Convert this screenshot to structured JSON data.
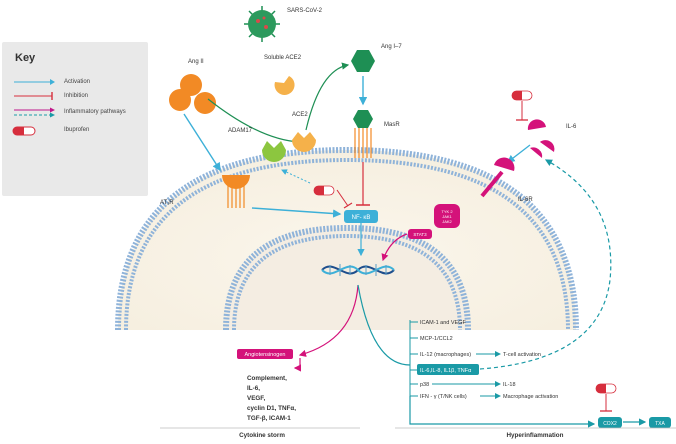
{
  "key": {
    "title": "Key",
    "items": [
      {
        "symbol": "activation-arrow",
        "label": "Activation",
        "color": "#3db0d8"
      },
      {
        "symbol": "inhibition-bar",
        "label": "Inhibition",
        "color": "#d62e3d"
      },
      {
        "symbol": "dual-arrow",
        "label": "Inflammatory pathways",
        "color": "#c0178a"
      },
      {
        "symbol": "capsule",
        "label": "Ibuprofen",
        "color": "#d62e3d"
      }
    ]
  },
  "labels": {
    "sars": "SARS-CoV-2",
    "ang2": "Ang II",
    "soluble_ace2": "Soluble ACE2",
    "ang17": "Ang I–7",
    "ace2": "ACE2",
    "adam17": "ADAM17",
    "masr": "MasR",
    "at1r": "AT₁R",
    "nfkb": "NF- κB",
    "il6": "IL-6",
    "il6r": "IL-6R",
    "stat3": "STAT3",
    "tyk": "TYK 2\nJAK1\nJAK2",
    "angiotensinogen": "Angiotensinogen"
  },
  "storm_list": [
    "Complement,",
    "IL-6,",
    "VEGF,",
    "cyclin D1, TNFα,",
    "TGF-β, ICAM-1"
  ],
  "hyper_list": [
    {
      "text": "ICAM-1 and VEGF"
    },
    {
      "text": "MCP-1/CCL2"
    },
    {
      "text": "IL-12 (macrophages)",
      "result": "T-cell activation"
    },
    {
      "text": "IL-6,IL-8, IL1β, TNFα",
      "highlight": true
    },
    {
      "text": "p38",
      "result": "IL-18"
    },
    {
      "text": "IFN - γ (T/NK cells)",
      "result": "Macrophage activation"
    }
  ],
  "cox": {
    "cox2": "COX2",
    "txa": "TXA"
  },
  "sections": {
    "left": "Cytokine storm",
    "right": "Hyperinflammation"
  },
  "colors": {
    "orange": "#f28a25",
    "green": "#1e8f54",
    "teal": "#1a9aa6",
    "blue": "#3db0d8",
    "magenta": "#d4127a",
    "red": "#d62e3d",
    "ace2": "#f5b14a",
    "adam": "#8cc63f",
    "membrane": "#8fb3d9"
  }
}
